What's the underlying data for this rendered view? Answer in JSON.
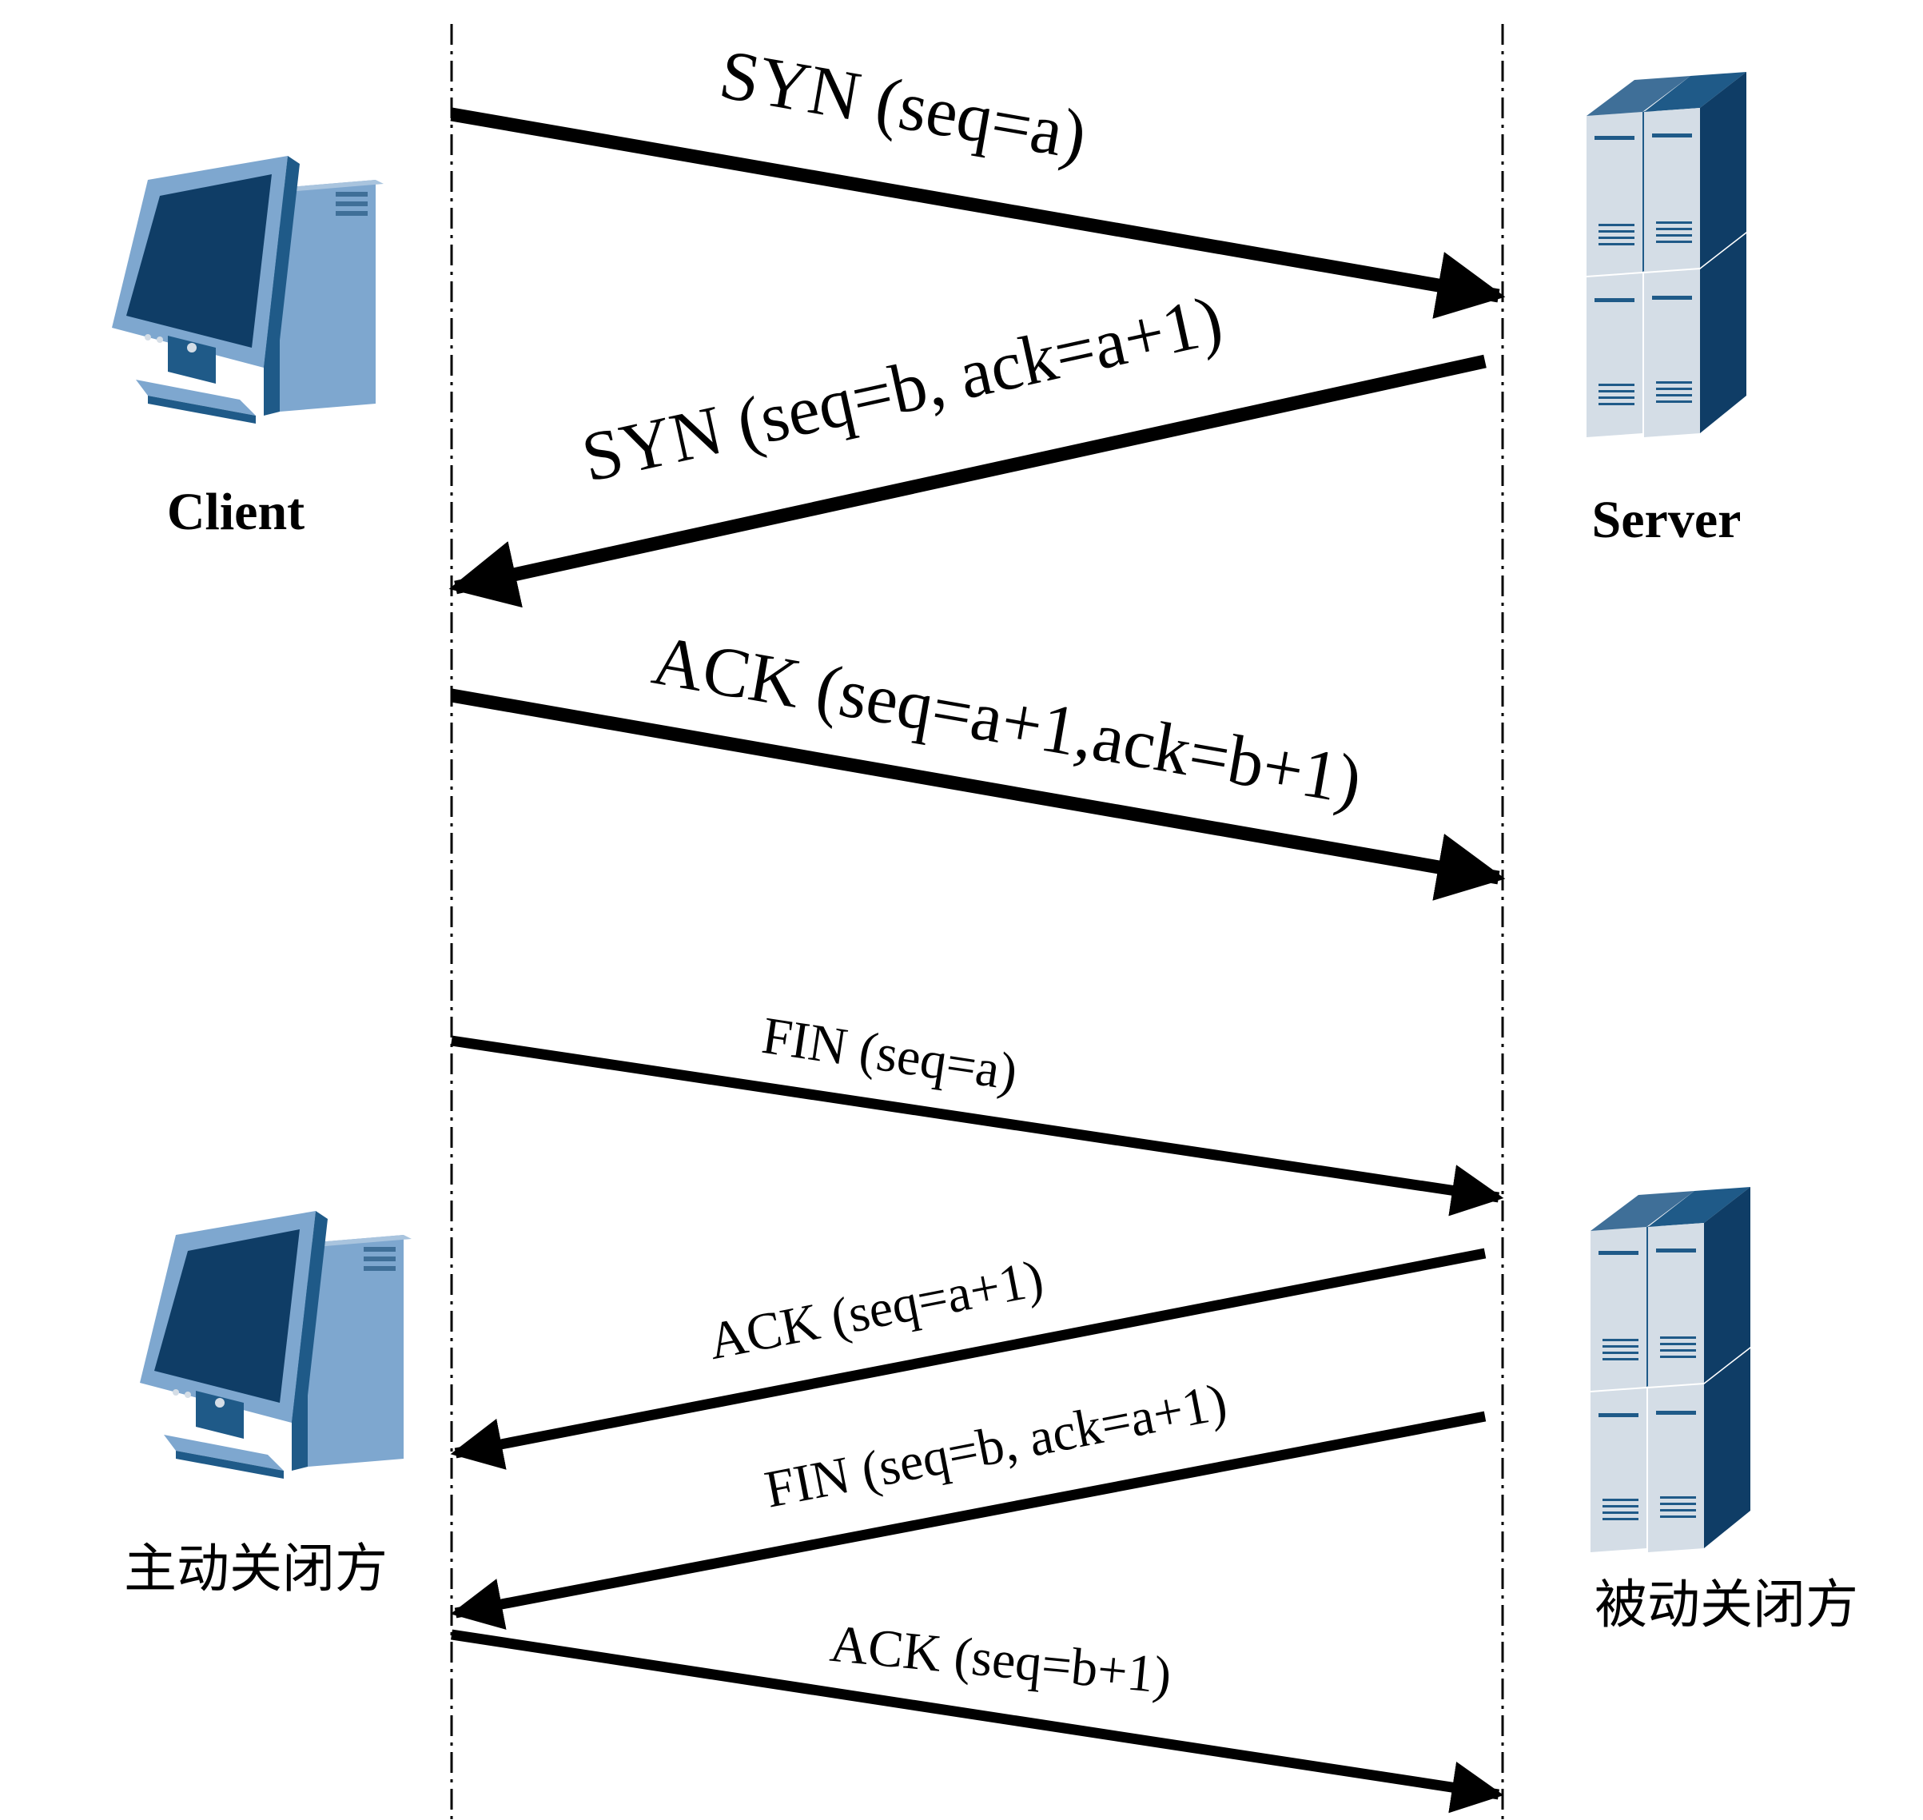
{
  "nodes": {
    "client_label": "Client",
    "server_label": "Server",
    "active_close_label": "主动关闭方",
    "passive_close_label": "被动关闭方"
  },
  "handshake": [
    {
      "label": "SYN (seq=a)",
      "direction": "client-to-server"
    },
    {
      "label": "SYN (seq=b, ack=a+1)",
      "direction": "server-to-client"
    },
    {
      "label": "ACK (seq=a+1,ack=b+1)",
      "direction": "client-to-server"
    }
  ],
  "teardown": [
    {
      "label": "FIN (seq=a)",
      "direction": "client-to-server"
    },
    {
      "label": "ACK (seq=a+1)",
      "direction": "server-to-client"
    },
    {
      "label": "FIN (seq=b, ack=a+1)",
      "direction": "server-to-client"
    },
    {
      "label": "ACK (seq=b+1)",
      "direction": "client-to-server"
    }
  ],
  "colors": {
    "arrow": "#000000",
    "device_dark": "#0f3d66",
    "device_mid": "#1f5a88",
    "device_light": "#7ea7cf",
    "device_pale": "#d4dde6"
  }
}
